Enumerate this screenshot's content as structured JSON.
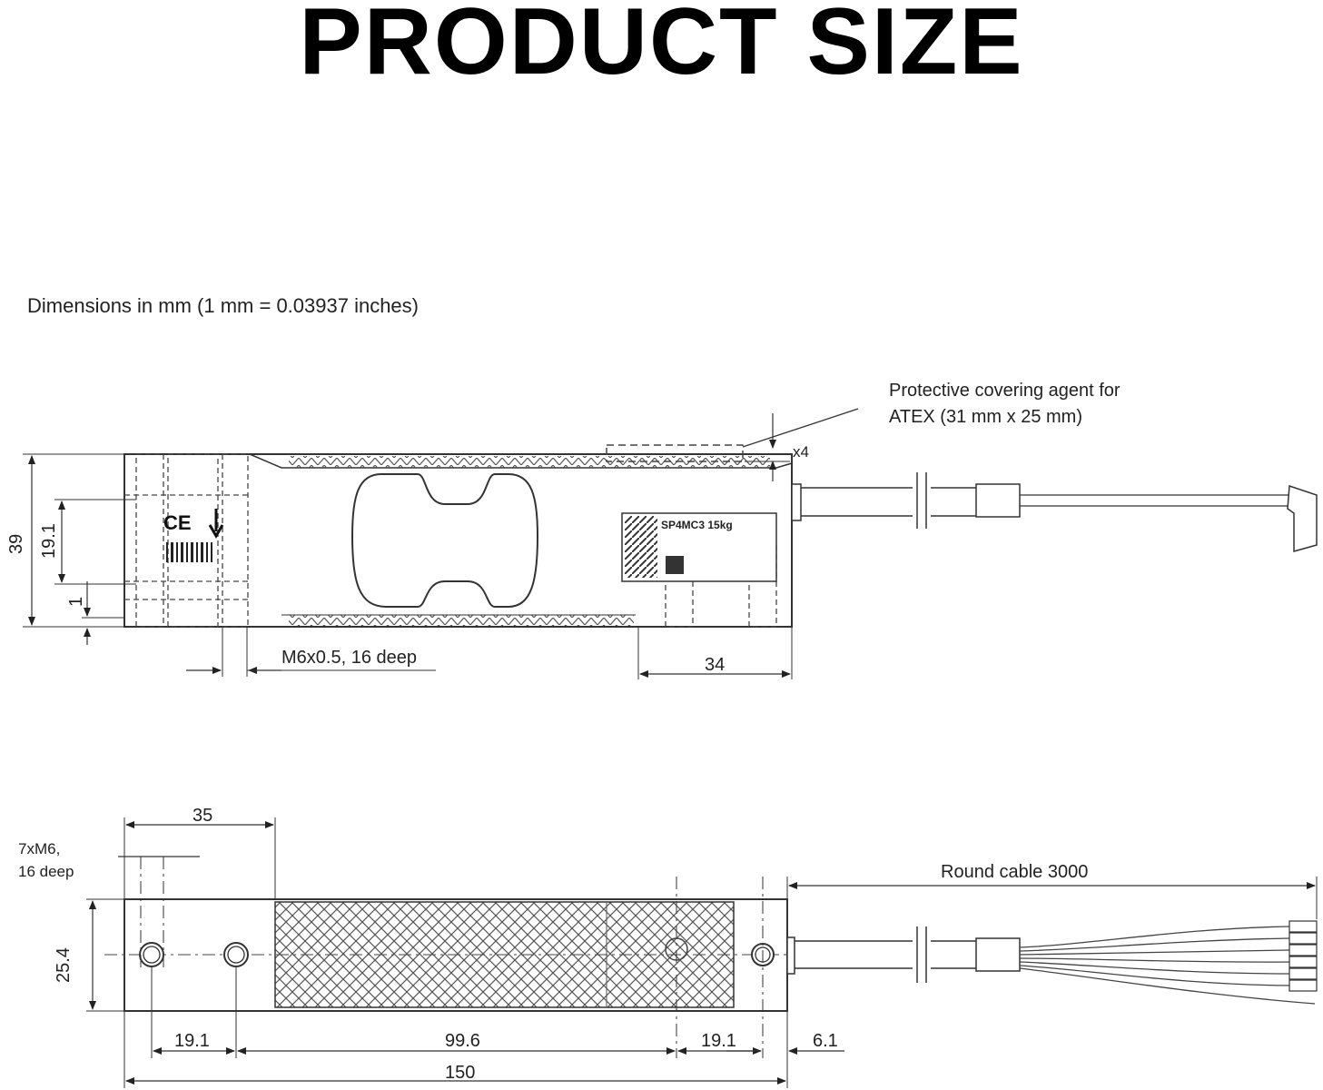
{
  "title": "PRODUCT SIZE",
  "units_note": "Dimensions in mm (1 mm = 0.03937 inches)",
  "side_view": {
    "annotation_line1": "Protective covering agent for",
    "annotation_line2": "ATEX (31 mm x 25 mm)",
    "x4": "x4",
    "dim_39": "39",
    "dim_19_1": "19.1",
    "dim_1": "1",
    "thread": "M6x0.5, 16 deep",
    "dim_34": "34",
    "label_model": "SP4MC3  15kg",
    "ce_mark": "CE"
  },
  "top_view": {
    "dim_35": "35",
    "holes_line1": "7xM6,",
    "holes_line2": "16 deep",
    "cable": "Round cable 3000",
    "dim_25_4": "25.4",
    "dim_19_1_left": "19.1",
    "dim_99_6": "99.6",
    "dim_19_1_right": "19.1",
    "dim_6_1": "6.1",
    "dim_150": "150"
  },
  "colors": {
    "line": "#333333",
    "hatch": "#555555",
    "background": "#ffffff"
  }
}
